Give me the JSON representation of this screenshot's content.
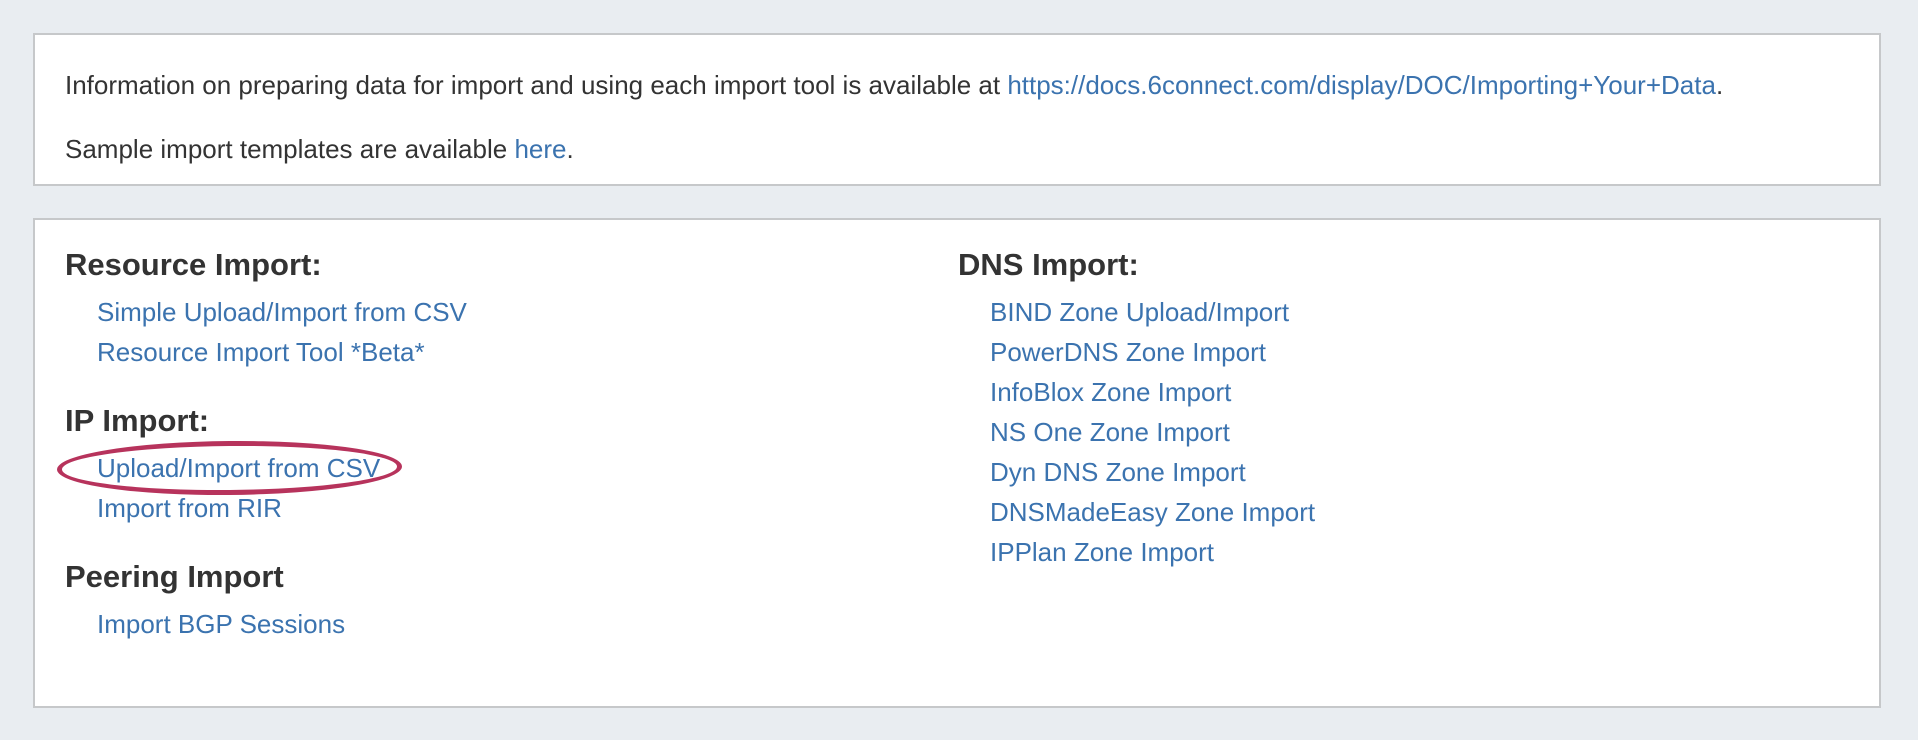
{
  "colors": {
    "page_background": "#e9edf1",
    "panel_background": "#ffffff",
    "panel_border": "#c6c8ca",
    "link": "#3b73af",
    "heading_text": "#333333",
    "annotation_ellipse": "#b7335c"
  },
  "info_panel": {
    "line1_prefix": "Information on preparing data for import and using each import tool is available at ",
    "line1_link": "https://docs.6connect.com/display/DOC/Importing+Your+Data",
    "line1_suffix": ".",
    "line2_prefix": "Sample import templates are available ",
    "line2_link": "here",
    "line2_suffix": "."
  },
  "import_panel": {
    "left_sections": [
      {
        "heading": "Resource Import:",
        "links": [
          "Simple Upload/Import from CSV",
          "Resource Import Tool *Beta*"
        ]
      },
      {
        "heading": "IP Import:",
        "links": [
          "Upload/Import from CSV",
          "Import from RIR"
        ],
        "circled_link": "Upload/Import from CSV"
      },
      {
        "heading": "Peering Import",
        "links": [
          "Import BGP Sessions"
        ]
      }
    ],
    "right_sections": [
      {
        "heading": "DNS Import:",
        "links": [
          "BIND Zone Upload/Import",
          "PowerDNS Zone Import",
          "InfoBlox Zone Import",
          "NS One Zone Import",
          "Dyn DNS Zone Import",
          "DNSMadeEasy Zone Import",
          "IPPlan Zone Import"
        ]
      }
    ]
  }
}
